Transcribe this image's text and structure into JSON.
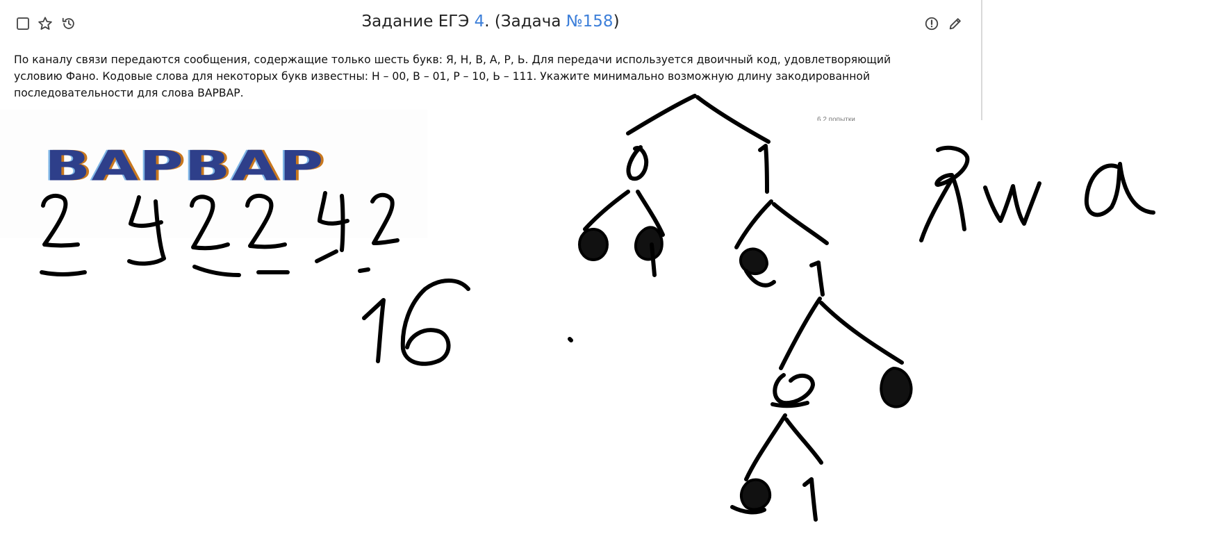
{
  "toolbar": {
    "checkbox_icon": "checkbox-icon",
    "star_icon": "star-icon",
    "history_icon": "history-icon",
    "info_icon": "exclamation-circle-icon",
    "edit_icon": "pencil-icon"
  },
  "header": {
    "title_prefix": "Задание ЕГЭ ",
    "task_number": "4",
    "title_middle": ". (Задача ",
    "problem_link": "№158",
    "title_suffix": ")"
  },
  "problem": {
    "text": "По каналу связи передаются сообщения, содержащие только шесть букв: Я, Н, В, А, Р, Ь. Для передачи используется двоичный код, удовлетворяющий условию Фано. Кодовые слова для некоторых букв известны: Н – 00, В – 01, Р – 10, Ь – 111. Укажите минимально возможную длину закодированной последовательности для слова ВАРВАР."
  },
  "attempts_text": "6.2 попытки",
  "pasted_word": "ВАРВАР",
  "colors": {
    "link": "#3d7fd9",
    "ink": "#000000",
    "text": "#111111"
  }
}
